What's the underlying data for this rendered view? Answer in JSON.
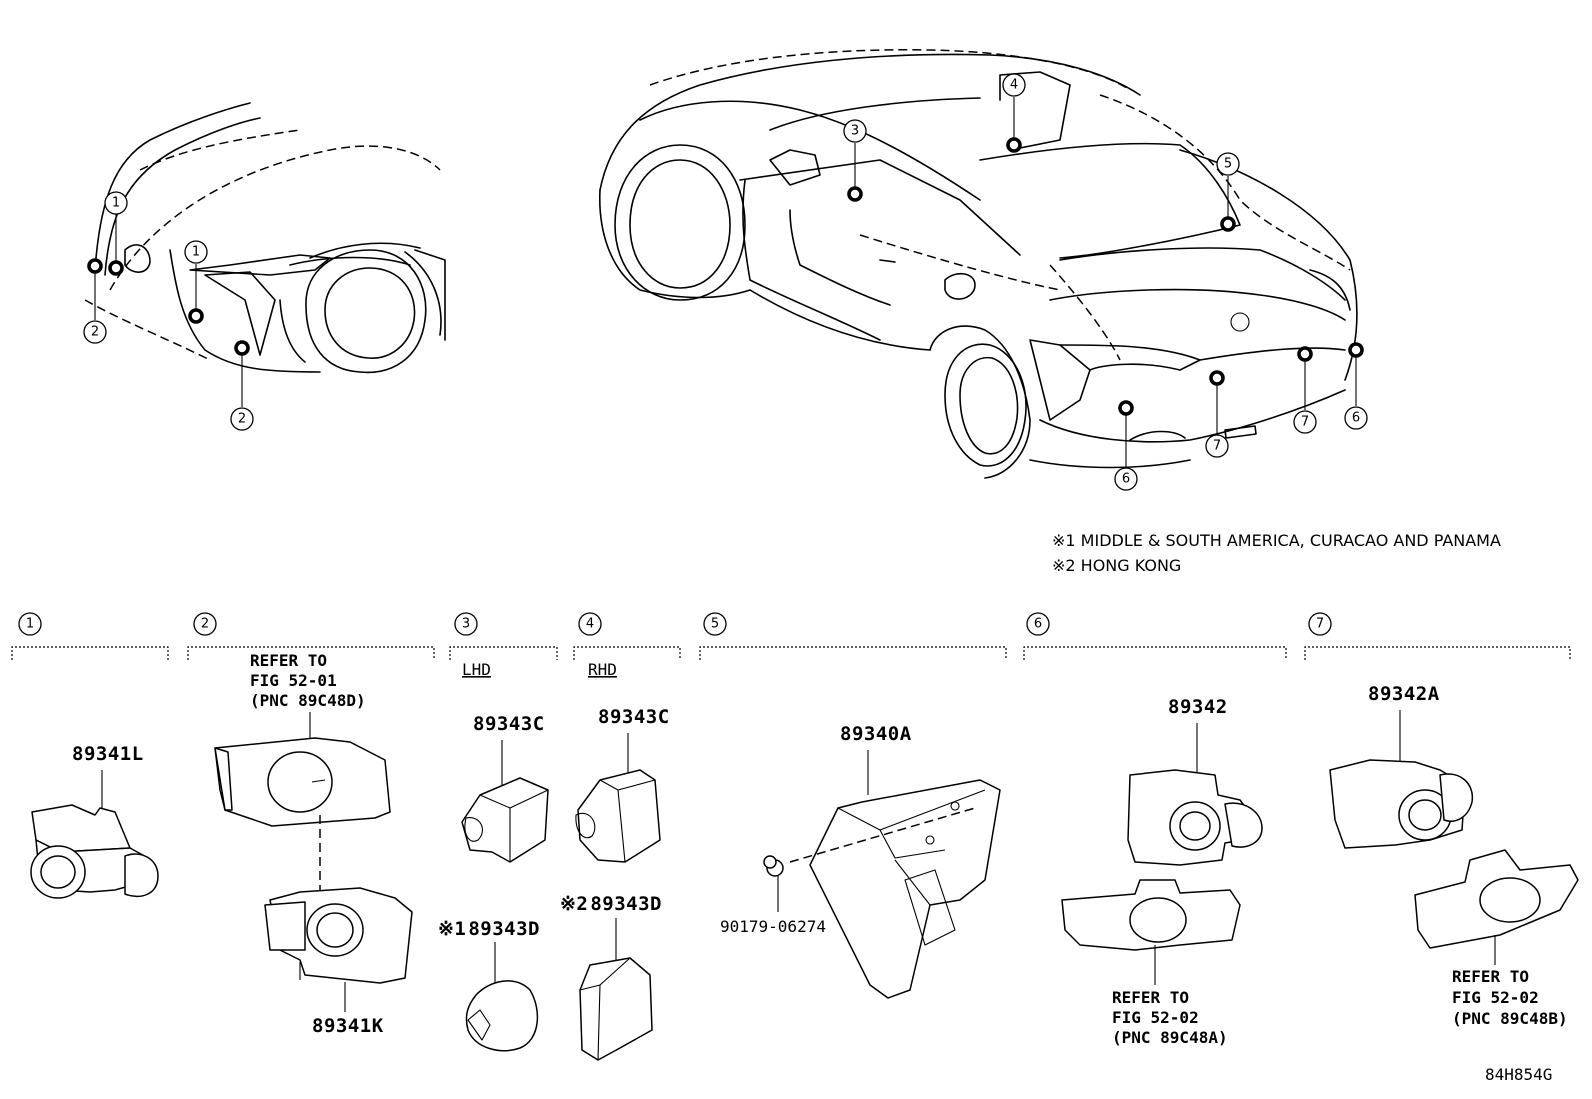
{
  "footnotes": [
    "※1 MIDDLE & SOUTH AMERICA, CURACAO AND PANAMA",
    "※2 HONG KONG"
  ],
  "callouts": {
    "c1": "1",
    "c2": "2",
    "c3": "3",
    "c4": "4",
    "c5": "5",
    "c6": "6",
    "c7": "7"
  },
  "sections": {
    "s1": {
      "num": "1",
      "part": "89341L"
    },
    "s2": {
      "num": "2",
      "ref_lines": [
        "REFER TO",
        "FIG 52-01",
        "(PNC 89C48D)"
      ],
      "part": "89341K"
    },
    "s3": {
      "num": "3",
      "variant": "LHD",
      "part_a": "89343C",
      "note_mark": "※1",
      "part_b": "89343D"
    },
    "s4": {
      "num": "4",
      "variant": "RHD",
      "part_a": "89343C",
      "note_mark": "※2",
      "part_b": "89343D"
    },
    "s5": {
      "num": "5",
      "part": "89340A",
      "screw": "90179-06274"
    },
    "s6": {
      "num": "6",
      "part": "89342",
      "ref_lines": [
        "REFER TO",
        "FIG 52-02",
        "(PNC 89C48A)"
      ]
    },
    "s7": {
      "num": "7",
      "part": "89342A",
      "ref_lines": [
        "REFER TO",
        "FIG 52-02",
        "(PNC 89C48B)"
      ]
    }
  },
  "figure_code": "84H854G"
}
